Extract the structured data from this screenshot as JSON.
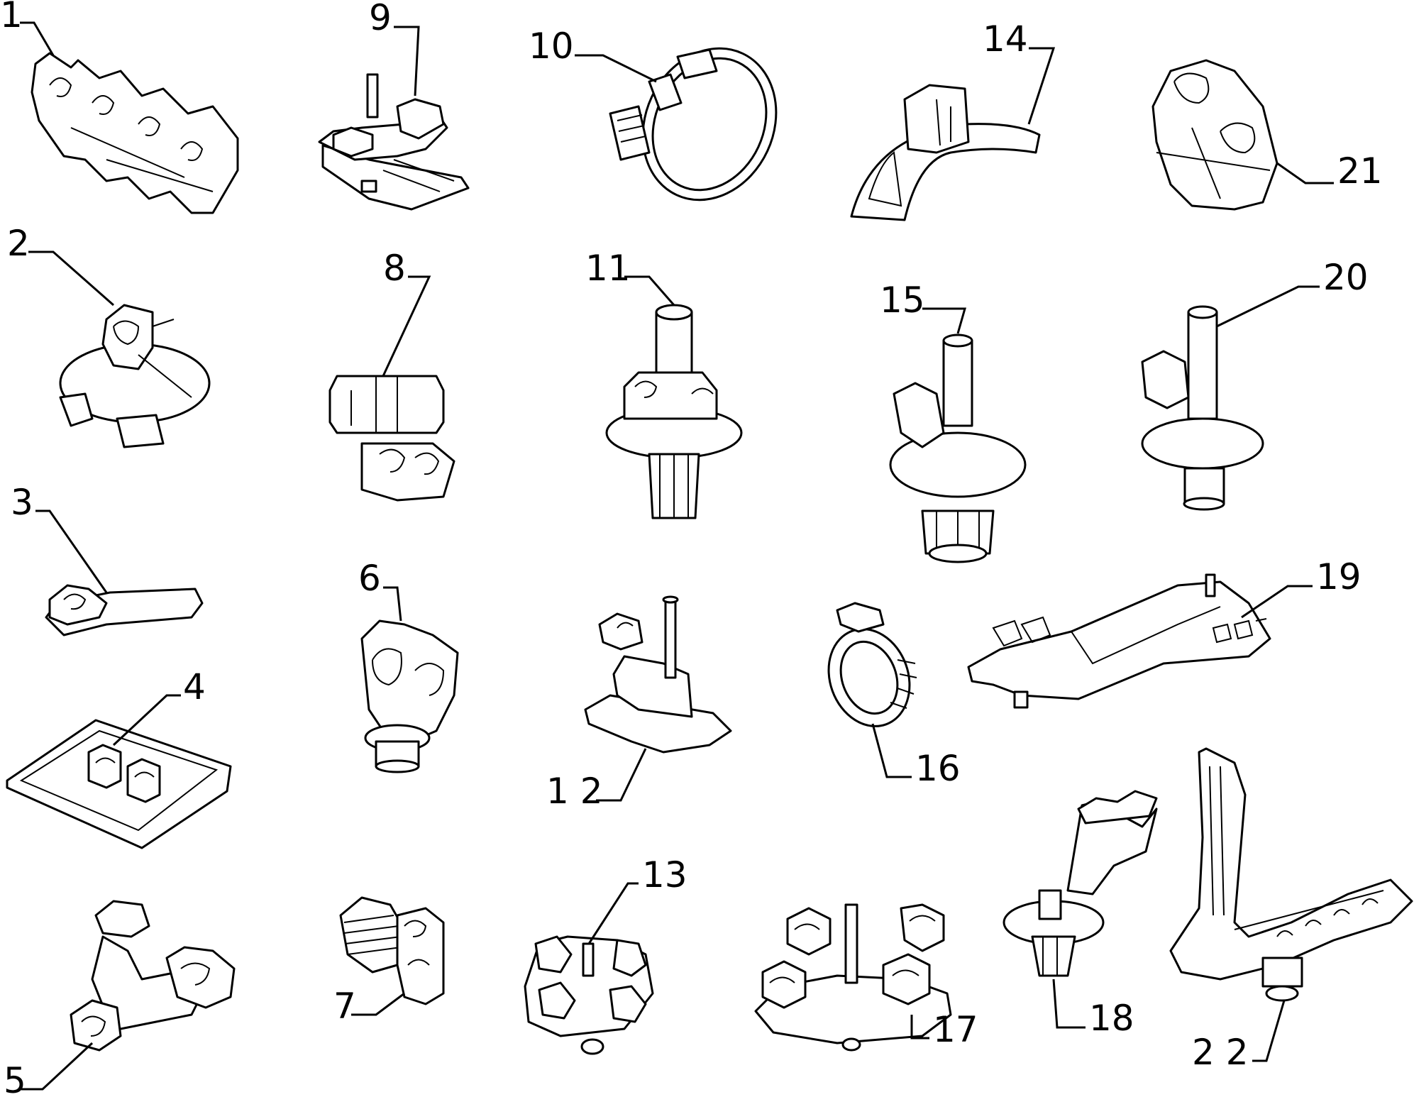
{
  "callouts": {
    "c1": "1",
    "c2": "2",
    "c3": "3",
    "c4": "4",
    "c5": "5",
    "c6": "6",
    "c7": "7",
    "c8": "8",
    "c9": "9",
    "c10": "10",
    "c11": "11",
    "c12": "1 2",
    "c13": "13",
    "c14": "14",
    "c15": "15",
    "c16": "16",
    "c17": "17",
    "c18": "18",
    "c19": "19",
    "c20": "20",
    "c21": "21",
    "c22": "2 2"
  }
}
